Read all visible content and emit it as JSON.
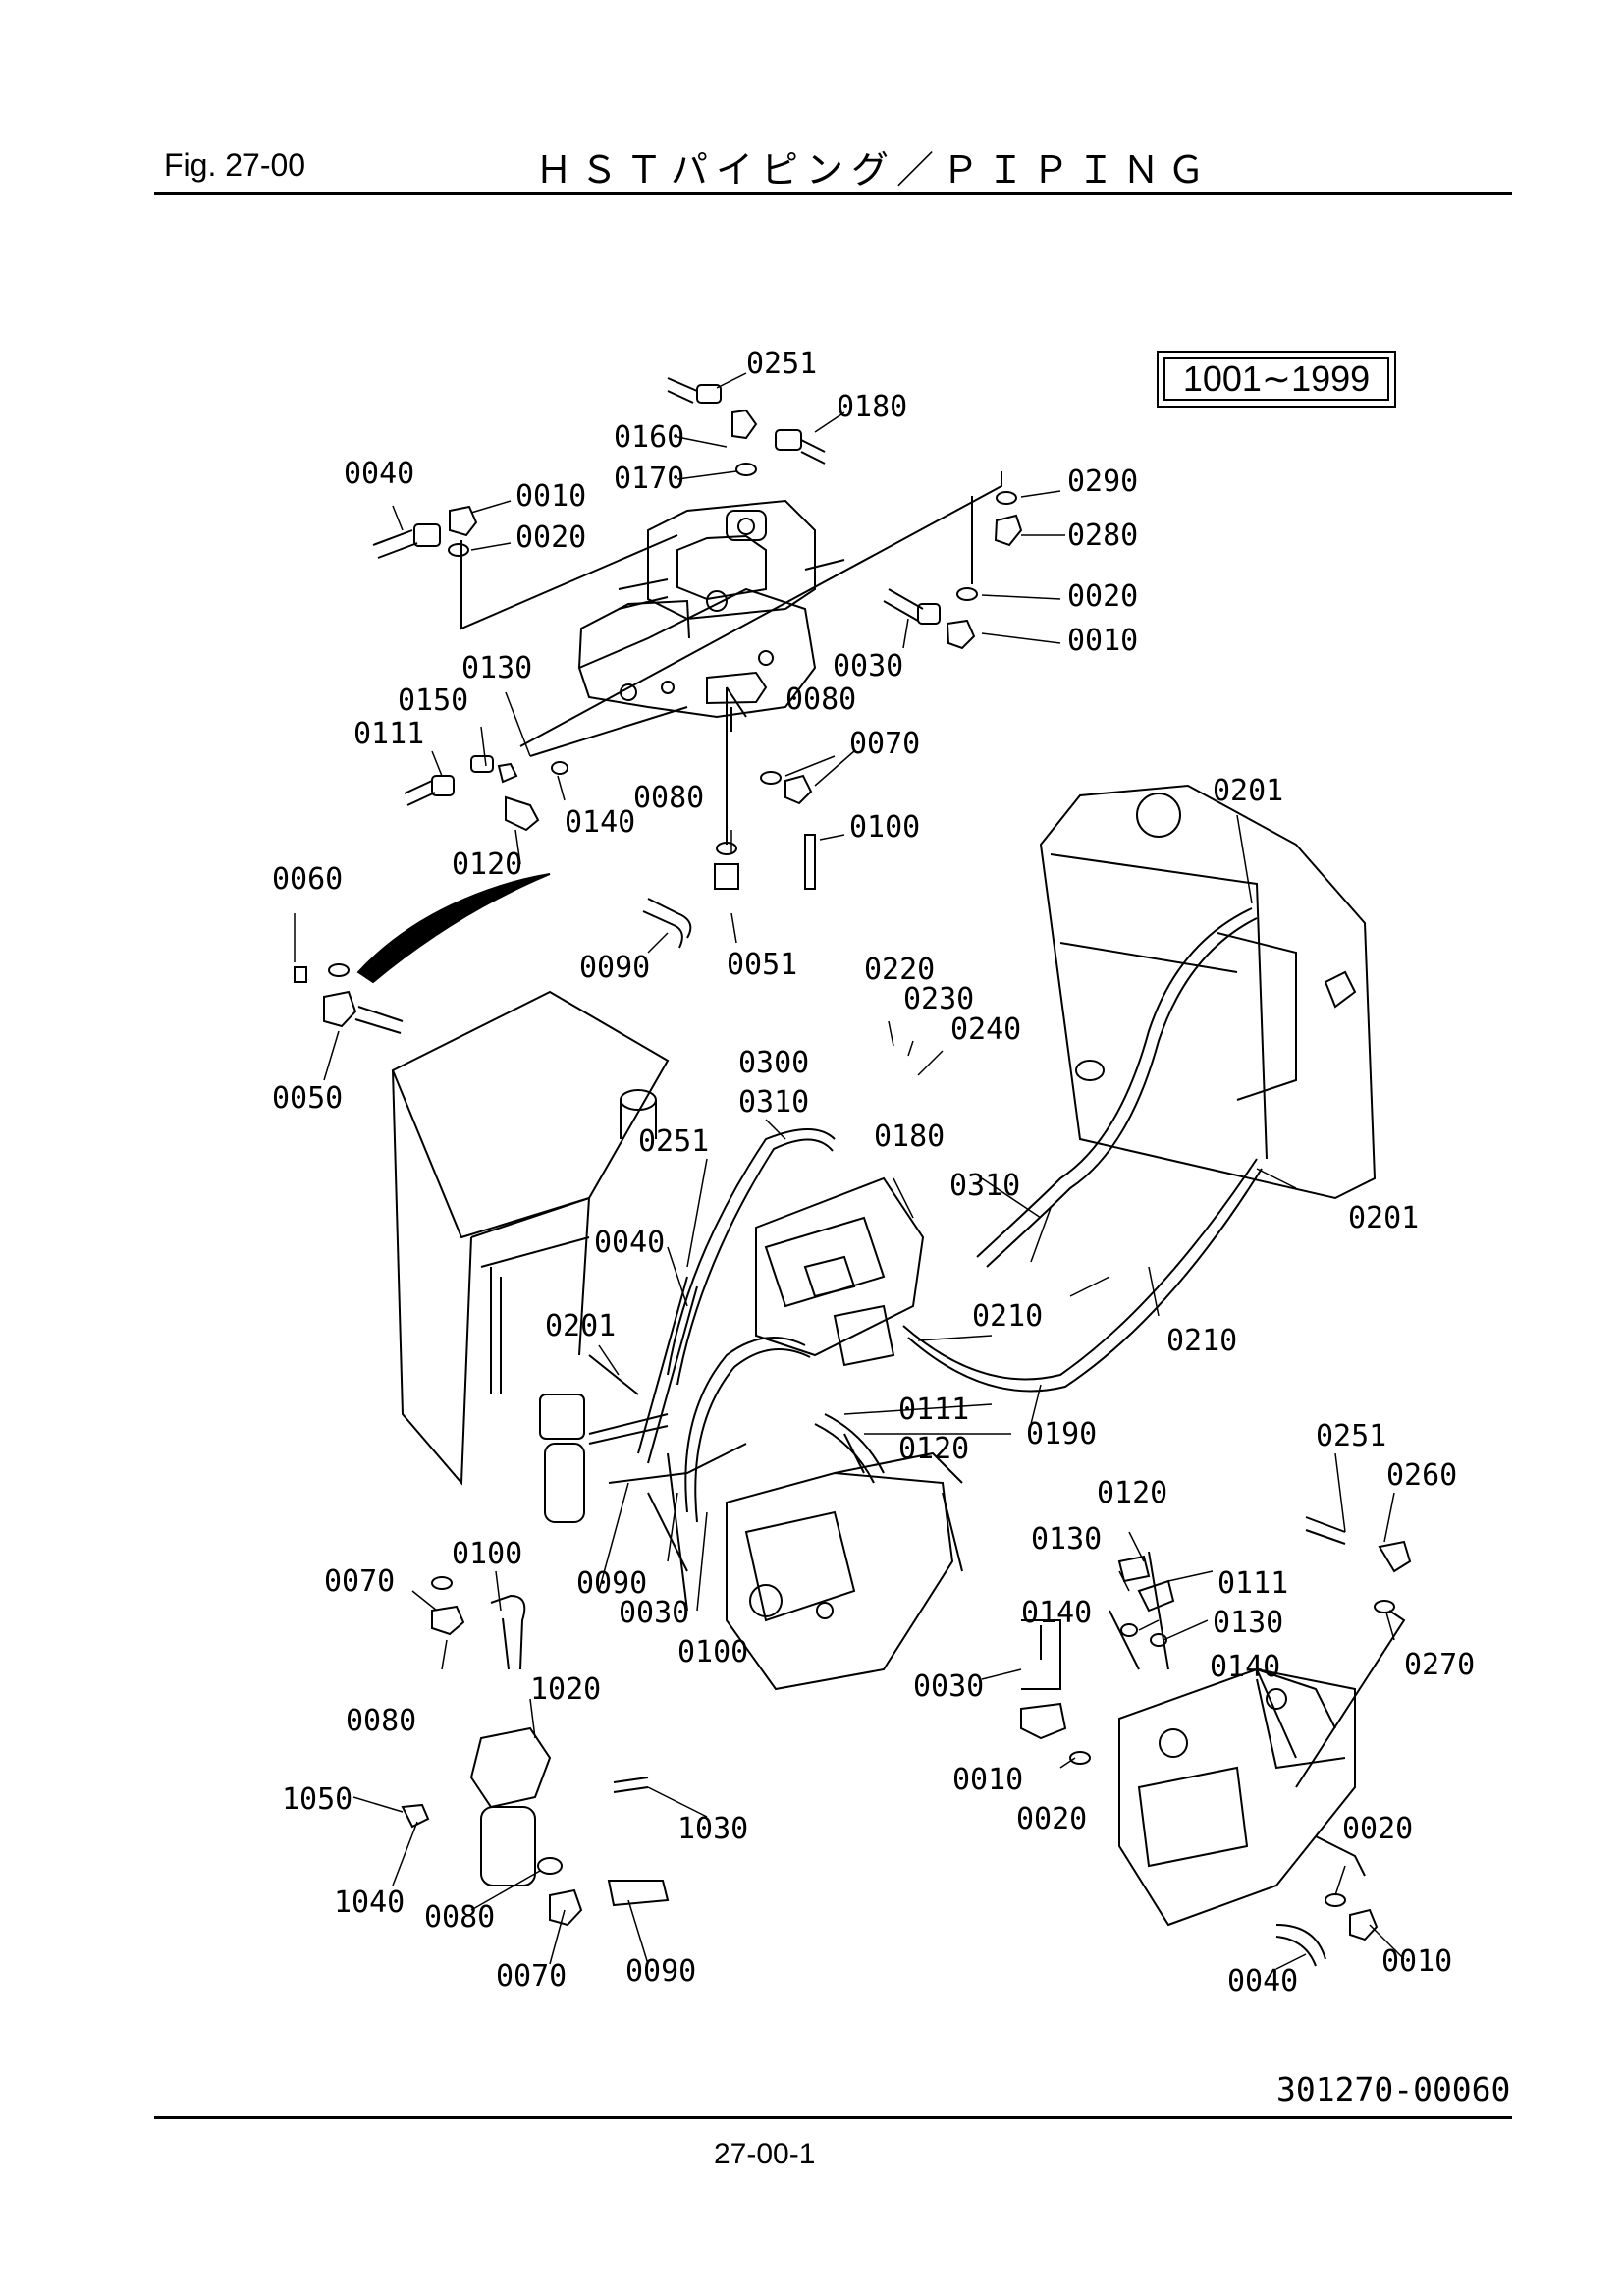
{
  "header": {
    "fig_label": "Fig.  27-00",
    "title": "ＨＳＴパイピング／ＰＩＰＩＮＧ"
  },
  "serial_range": "1001∼1999",
  "doc_number": "301270-00060",
  "page_number": "27-00-1",
  "callouts": [
    {
      "id": "c01",
      "text": "0251"
    },
    {
      "id": "c02",
      "text": "0180"
    },
    {
      "id": "c03",
      "text": "0160"
    },
    {
      "id": "c04",
      "text": "0170"
    },
    {
      "id": "c05",
      "text": "0040"
    },
    {
      "id": "c06",
      "text": "0010"
    },
    {
      "id": "c07",
      "text": "0020"
    },
    {
      "id": "c08",
      "text": "0290"
    },
    {
      "id": "c09",
      "text": "0280"
    },
    {
      "id": "c10",
      "text": "0020"
    },
    {
      "id": "c11",
      "text": "0010"
    },
    {
      "id": "c12",
      "text": "0030"
    },
    {
      "id": "c13",
      "text": "0130"
    },
    {
      "id": "c14",
      "text": "0150"
    },
    {
      "id": "c15",
      "text": "0111"
    },
    {
      "id": "c16",
      "text": "0080"
    },
    {
      "id": "c17",
      "text": "0070"
    },
    {
      "id": "c18",
      "text": "0140"
    },
    {
      "id": "c19",
      "text": "0120"
    },
    {
      "id": "c20",
      "text": "0080"
    },
    {
      "id": "c21",
      "text": "0100"
    },
    {
      "id": "c22",
      "text": "0060"
    },
    {
      "id": "c23",
      "text": "0090"
    },
    {
      "id": "c24",
      "text": "0051"
    },
    {
      "id": "c25",
      "text": "0050"
    },
    {
      "id": "c26",
      "text": "0201"
    },
    {
      "id": "c27",
      "text": "0220"
    },
    {
      "id": "c28",
      "text": "0230"
    },
    {
      "id": "c29",
      "text": "0240"
    },
    {
      "id": "c30",
      "text": "0300"
    },
    {
      "id": "c31",
      "text": "0310"
    },
    {
      "id": "c32",
      "text": "0251"
    },
    {
      "id": "c33",
      "text": "0180"
    },
    {
      "id": "c34",
      "text": "0310"
    },
    {
      "id": "c35",
      "text": "0201"
    },
    {
      "id": "c36",
      "text": "0040"
    },
    {
      "id": "c37",
      "text": "0201"
    },
    {
      "id": "c38",
      "text": "0210"
    },
    {
      "id": "c39",
      "text": "0210"
    },
    {
      "id": "c40",
      "text": "0111"
    },
    {
      "id": "c41",
      "text": "0120"
    },
    {
      "id": "c42",
      "text": "0190"
    },
    {
      "id": "c43",
      "text": "0251"
    },
    {
      "id": "c44",
      "text": "0260"
    },
    {
      "id": "c45",
      "text": "0120"
    },
    {
      "id": "c46",
      "text": "0130"
    },
    {
      "id": "c47",
      "text": "0111"
    },
    {
      "id": "c48",
      "text": "0140"
    },
    {
      "id": "c49",
      "text": "0130"
    },
    {
      "id": "c50",
      "text": "0140"
    },
    {
      "id": "c51",
      "text": "0270"
    },
    {
      "id": "c52",
      "text": "0070"
    },
    {
      "id": "c53",
      "text": "0100"
    },
    {
      "id": "c54",
      "text": "0090"
    },
    {
      "id": "c55",
      "text": "0030"
    },
    {
      "id": "c56",
      "text": "0100"
    },
    {
      "id": "c57",
      "text": "0030"
    },
    {
      "id": "c58",
      "text": "0080"
    },
    {
      "id": "c59",
      "text": "1020"
    },
    {
      "id": "c60",
      "text": "0010"
    },
    {
      "id": "c61",
      "text": "0020"
    },
    {
      "id": "c62",
      "text": "1050"
    },
    {
      "id": "c63",
      "text": "1030"
    },
    {
      "id": "c64",
      "text": "1040"
    },
    {
      "id": "c65",
      "text": "0080"
    },
    {
      "id": "c66",
      "text": "0020"
    },
    {
      "id": "c67",
      "text": "0070"
    },
    {
      "id": "c68",
      "text": "0090"
    },
    {
      "id": "c69",
      "text": "0040"
    },
    {
      "id": "c70",
      "text": "0010"
    }
  ]
}
